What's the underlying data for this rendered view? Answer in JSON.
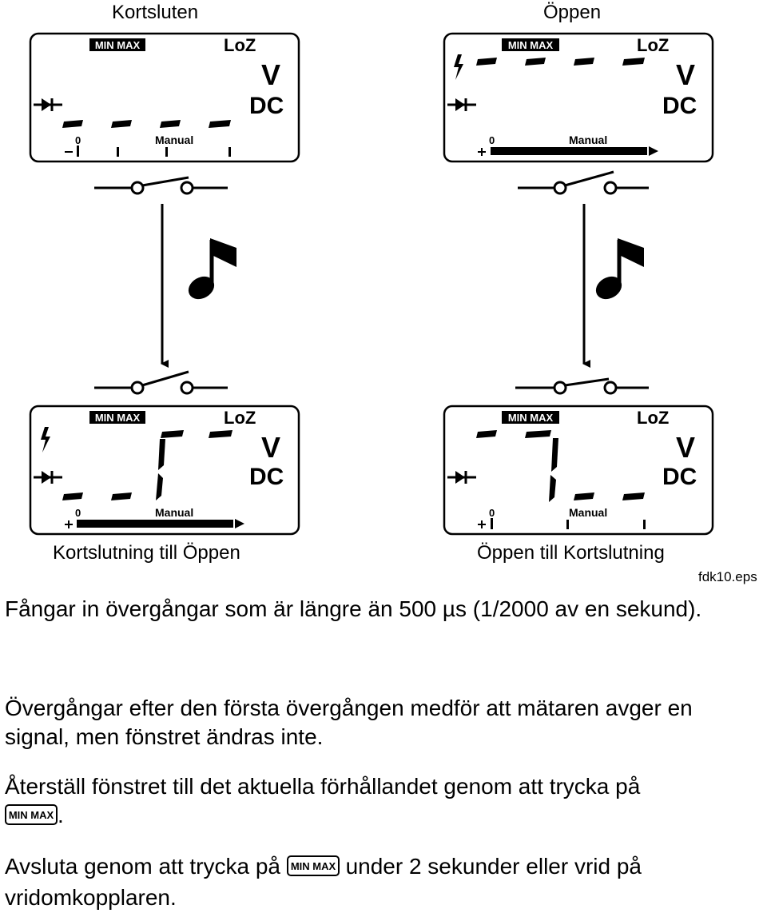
{
  "figure": {
    "top_left_title": "Kortsluten",
    "top_right_title": "Öppen",
    "bottom_left_caption": "Kortslutning till Öppen",
    "bottom_right_caption": "Öppen till Kortslutning",
    "file_ref": "fdk10.eps",
    "display": {
      "minmax": "MIN MAX",
      "loz": "LoZ",
      "unit": "V",
      "mode": "DC",
      "zero": "0",
      "manual": "Manual"
    }
  },
  "text": {
    "p1": "Fångar in övergångar som är längre än 500 µs (1/2000 av en sekund).",
    "p2": "Övergångar efter den första övergången medför att mätaren avger en signal, men fönstret ändras inte.",
    "p3_before": "Återställ fönstret till det aktuella förhållandet genom att trycka på",
    "p3_after": ".",
    "p4_before": "Avsluta genom att trycka på",
    "p4_after": "under 2 sekunder eller vrid på vridomkopplaren.",
    "key_label": "MIN MAX"
  }
}
